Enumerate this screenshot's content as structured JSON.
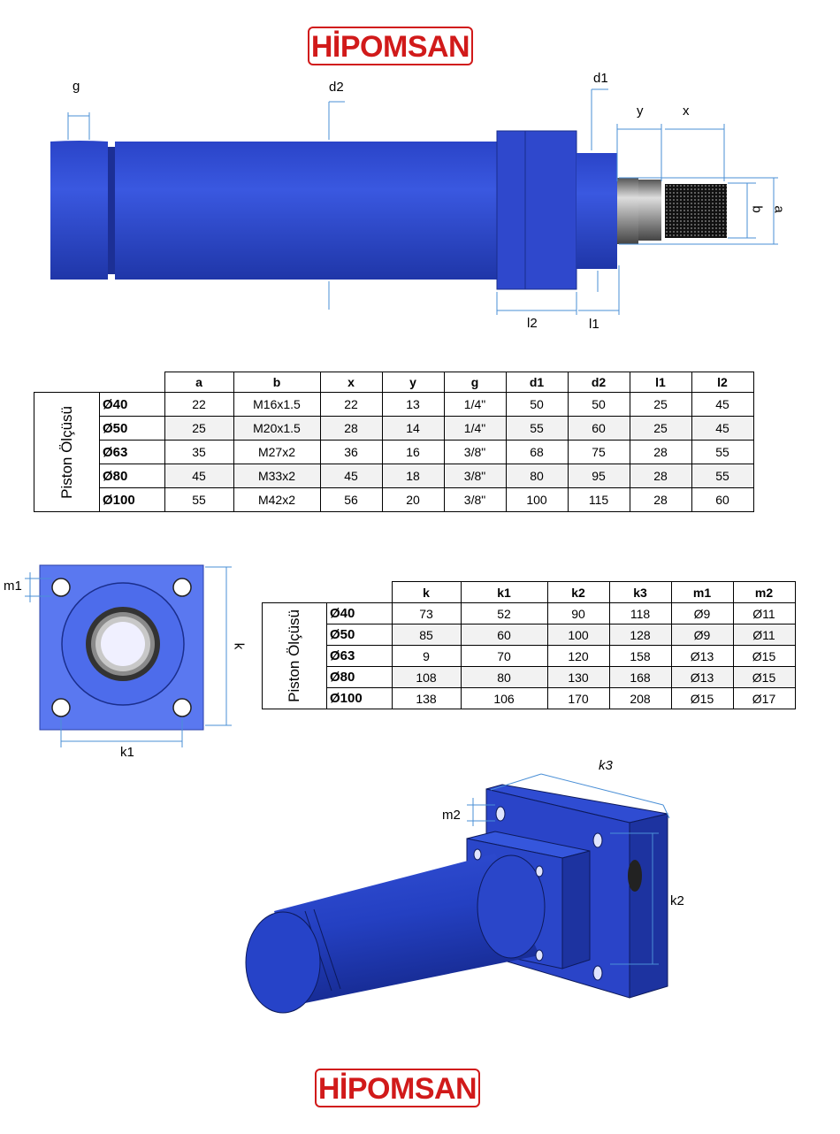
{
  "brand": {
    "logo_text": "HİPOMSAN",
    "color": "#d11a1a"
  },
  "drawing1": {
    "labels": {
      "g": "g",
      "d2": "d2",
      "d1": "d1",
      "y": "y",
      "x": "x",
      "b": "b",
      "a": "a",
      "l2": "l2",
      "l1": "l1"
    }
  },
  "table1": {
    "row_group_label": "Piston Ölçüsü",
    "columns": [
      "a",
      "b",
      "x",
      "y",
      "g",
      "d1",
      "d2",
      "l1",
      "l2"
    ],
    "rows": [
      {
        "label": "Ø40",
        "cells": [
          "22",
          "M16x1.5",
          "22",
          "13",
          "1/4\"",
          "50",
          "50",
          "25",
          "45"
        ]
      },
      {
        "label": "Ø50",
        "cells": [
          "25",
          "M20x1.5",
          "28",
          "14",
          "1/4\"",
          "55",
          "60",
          "25",
          "45"
        ]
      },
      {
        "label": "Ø63",
        "cells": [
          "35",
          "M27x2",
          "36",
          "16",
          "3/8\"",
          "68",
          "75",
          "28",
          "55"
        ]
      },
      {
        "label": "Ø80",
        "cells": [
          "45",
          "M33x2",
          "45",
          "18",
          "3/8\"",
          "80",
          "95",
          "28",
          "55"
        ]
      },
      {
        "label": "Ø100",
        "cells": [
          "55",
          "M42x2",
          "56",
          "20",
          "3/8\"",
          "100",
          "115",
          "28",
          "60"
        ]
      }
    ]
  },
  "drawing2": {
    "labels": {
      "m1": "m1",
      "k": "k",
      "k1": "k1"
    }
  },
  "table2": {
    "row_group_label": "Piston Ölçüsü",
    "columns": [
      "k",
      "k1",
      "k2",
      "k3",
      "m1",
      "m2"
    ],
    "rows": [
      {
        "label": "Ø40",
        "cells": [
          "73",
          "52",
          "90",
          "118",
          "Ø9",
          "Ø11"
        ]
      },
      {
        "label": "Ø50",
        "cells": [
          "85",
          "60",
          "100",
          "128",
          "Ø9",
          "Ø11"
        ]
      },
      {
        "label": "Ø63",
        "cells": [
          "9",
          "70",
          "120",
          "158",
          "Ø13",
          "Ø15"
        ]
      },
      {
        "label": "Ø80",
        "cells": [
          "108",
          "80",
          "130",
          "168",
          "Ø13",
          "Ø15"
        ]
      },
      {
        "label": "Ø100",
        "cells": [
          "138",
          "106",
          "170",
          "208",
          "Ø15",
          "Ø17"
        ]
      }
    ]
  },
  "drawing3": {
    "labels": {
      "k3": "k3",
      "m2": "m2",
      "k2": "k2"
    }
  },
  "colors": {
    "body_blue": "#3350d6",
    "dim_line": "#4a8fd6",
    "dark_blue": "#1a2e8c"
  }
}
